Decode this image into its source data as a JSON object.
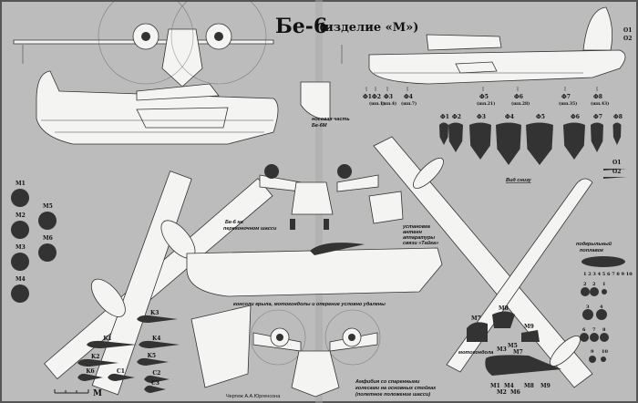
{
  "title": "Бе-6",
  "subtitle": "(изделие «М»)",
  "waterlines": [
    "O1",
    "O2"
  ],
  "frames": [
    {
      "label": "Ф1",
      "note": ""
    },
    {
      "label": "Ф2",
      "note": "(шп.1)"
    },
    {
      "label": "Ф3",
      "note": "(шп.4)"
    },
    {
      "label": "Ф4",
      "note": "(шп.7)"
    },
    {
      "label": "Ф5",
      "note": "(шп.21)"
    },
    {
      "label": "Ф6",
      "note": "(шп.28)"
    },
    {
      "label": "Ф7",
      "note": "(шп.35)"
    },
    {
      "label": "Ф8",
      "note": "(шп.43)"
    }
  ],
  "sections": [
    "Ф1",
    "Ф2",
    "Ф3",
    "Ф4",
    "Ф5",
    "Ф6",
    "Ф7",
    "Ф8"
  ],
  "section_o": [
    "O1",
    "O2"
  ],
  "bottom_view_label": "Вид снизу",
  "nose_label": [
    "носовая часть",
    "Бе-6М"
  ],
  "ferry_label": [
    "Бе-6 на",
    "перегоночном шасси"
  ],
  "antenna_label": [
    "установка",
    "антенн",
    "аппаратуры",
    "связи «Тайга»"
  ],
  "float_label": [
    "подкрыльный",
    "поплавок"
  ],
  "float_stations": [
    "1",
    "2",
    "3",
    "4",
    "5",
    "6",
    "7",
    "8",
    "9",
    "10"
  ],
  "float_sections": [
    "2",
    "2",
    "1",
    "3",
    "4",
    "6",
    "7",
    "8",
    "9",
    "10"
  ],
  "removed_note": "консоли крыла, мотогондолы и оперение условно удалены",
  "amphibian_label": [
    "Амфибия со спаренными",
    "колесами на основных стойках",
    "(полетное положение шасси)"
  ],
  "nacelle_label": "мотогондола",
  "nacelle_sections": [
    "M7",
    "M8",
    "M9"
  ],
  "nacelle_stations_top": [
    "M3",
    "M5",
    "M7"
  ],
  "nacelle_stations_bottom": [
    "M1",
    "M2",
    "M4",
    "M6",
    "M8",
    "M9"
  ],
  "left_sections": [
    "M1",
    "M2",
    "M3",
    "M4",
    "M5",
    "M6"
  ],
  "wing_sections": [
    "K1",
    "K2",
    "K3",
    "K4",
    "K5",
    "K6"
  ],
  "tail_sections": [
    "C1",
    "C2",
    "C3"
  ],
  "scale_unit": "M",
  "credit": "Чертеж А.А.Юргенсона"
}
